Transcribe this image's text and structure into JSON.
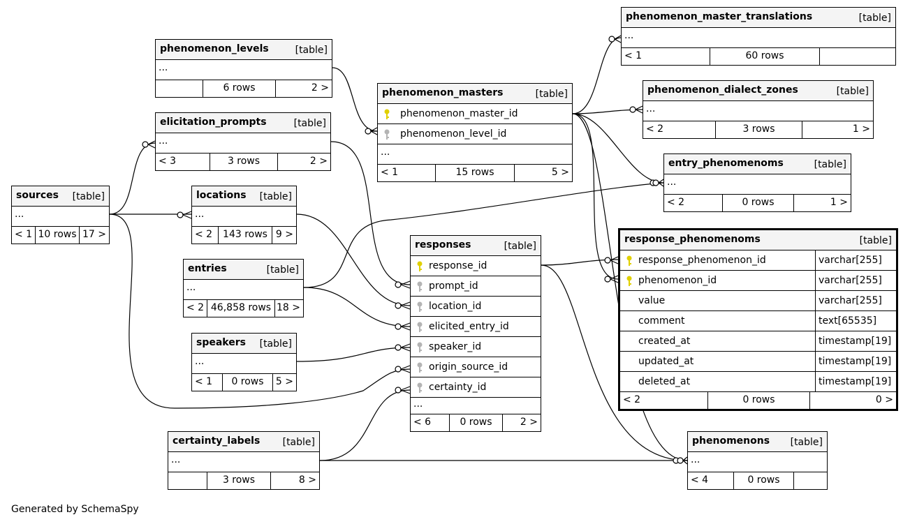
{
  "generated_by": "Generated by SchemaSpy",
  "type_label": "[table]",
  "ellipsis": "...",
  "tables": {
    "phenomenon_master_translations": {
      "name": "phenomenon_master_translations",
      "parents": "< 1",
      "rows": "60 rows",
      "children": ""
    },
    "phenomenon_levels": {
      "name": "phenomenon_levels",
      "parents": "",
      "rows": "6 rows",
      "children": "2 >"
    },
    "phenomenon_masters": {
      "name": "phenomenon_masters",
      "columns": [
        "phenomenon_master_id",
        "phenomenon_level_id"
      ],
      "parents": "< 1",
      "rows": "15 rows",
      "children": "5 >"
    },
    "phenomenon_dialect_zones": {
      "name": "phenomenon_dialect_zones",
      "parents": "< 2",
      "rows": "3 rows",
      "children": "1 >"
    },
    "elicitation_prompts": {
      "name": "elicitation_prompts",
      "parents": "< 3",
      "rows": "3 rows",
      "children": "2 >"
    },
    "entry_phenomenoms": {
      "name": "entry_phenomenoms",
      "parents": "< 2",
      "rows": "0 rows",
      "children": "1 >"
    },
    "sources": {
      "name": "sources",
      "parents": "< 1",
      "rows": "10 rows",
      "children": "17 >"
    },
    "locations": {
      "name": "locations",
      "parents": "< 2",
      "rows": "143 rows",
      "children": "9 >"
    },
    "responses": {
      "name": "responses",
      "columns": [
        "response_id",
        "prompt_id",
        "location_id",
        "elicited_entry_id",
        "speaker_id",
        "origin_source_id",
        "certainty_id"
      ],
      "parents": "< 6",
      "rows": "0 rows",
      "children": "2 >"
    },
    "response_phenomenoms": {
      "name": "response_phenomenoms",
      "columns": [
        {
          "name": "response_phenomenon_id",
          "type": "varchar[255]",
          "key": "pk"
        },
        {
          "name": "phenomenon_id",
          "type": "varchar[255]",
          "key": "pk"
        },
        {
          "name": "value",
          "type": "varchar[255]",
          "key": ""
        },
        {
          "name": "comment",
          "type": "text[65535]",
          "key": ""
        },
        {
          "name": "created_at",
          "type": "timestamp[19]",
          "key": ""
        },
        {
          "name": "updated_at",
          "type": "timestamp[19]",
          "key": ""
        },
        {
          "name": "deleted_at",
          "type": "timestamp[19]",
          "key": ""
        }
      ],
      "parents": "< 2",
      "rows": "0 rows",
      "children": "0 >"
    },
    "entries": {
      "name": "entries",
      "parents": "< 2",
      "rows": "46,858 rows",
      "children": "18 >"
    },
    "speakers": {
      "name": "speakers",
      "parents": "< 1",
      "rows": "0 rows",
      "children": "5 >"
    },
    "certainty_labels": {
      "name": "certainty_labels",
      "parents": "",
      "rows": "3 rows",
      "children": "8 >"
    },
    "phenomenons": {
      "name": "phenomenons",
      "parents": "< 4",
      "rows": "0 rows",
      "children": ""
    }
  },
  "colors": {
    "primary_key": "#e0d000",
    "foreign_key": "#b4b4b4",
    "header_bg": "#f4f4f4",
    "line": "#000000"
  }
}
